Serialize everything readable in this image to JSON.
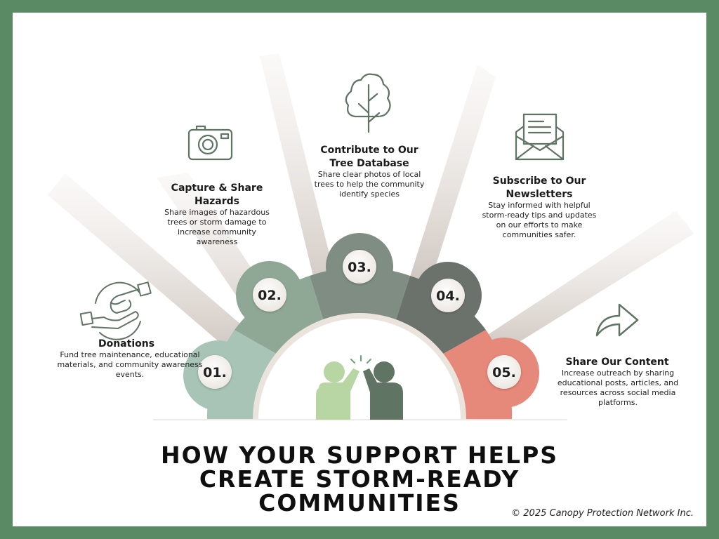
{
  "title": "HOW YOUR SUPPORT HELPS CREATE STORM-READY COMMUNITIES",
  "copyright": "© 2025 Canopy Protection Network Inc.",
  "colors": {
    "frame": "#5a8a64",
    "segment_1": "#a7c4b6",
    "segment_2": "#8fa896",
    "segment_3": "#7f8d82",
    "segment_4": "#6b716b",
    "segment_5": "#e6887a",
    "person_left": "#b7d6a4",
    "person_right": "#5f7463"
  },
  "steps": [
    {
      "number": "01.",
      "title": "Donations",
      "description": "Fund tree maintenance, educational materials, and community awareness events.",
      "icon": "handshake-icon"
    },
    {
      "number": "02.",
      "title": "Capture & Share Hazards",
      "description": "Share images of hazardous trees or storm damage to increase community awareness",
      "icon": "camera-icon"
    },
    {
      "number": "03.",
      "title": "Contribute to Our Tree Database",
      "description": "Share clear photos of local trees to help the community identify species",
      "icon": "tree-icon"
    },
    {
      "number": "04.",
      "title": "Subscribe to Our Newsletters",
      "description": "Stay informed with helpful storm-ready tips and updates on our efforts to make communities safer.",
      "icon": "newsletter-envelope-icon"
    },
    {
      "number": "05.",
      "title": "Share Our Content",
      "description": "Increase outreach by sharing educational posts, articles, and resources across social media platforms.",
      "icon": "share-arrow-icon"
    }
  ],
  "center_graphic": "high-five-icon"
}
